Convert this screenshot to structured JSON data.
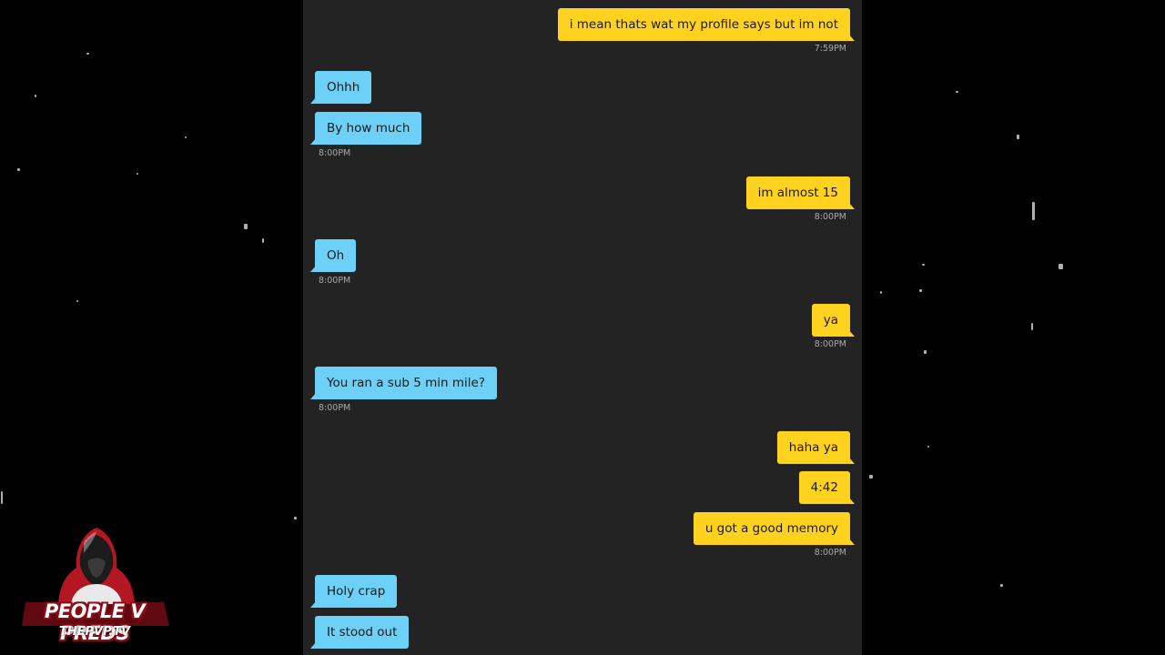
{
  "messages": [
    {
      "dir": "out",
      "text": "i mean thats wat my profile says but im not"
    },
    {
      "dir": "out-time",
      "text": "7:59PM"
    },
    {
      "dir": "in",
      "text": "Ohhh"
    },
    {
      "dir": "in",
      "text": "By how much"
    },
    {
      "dir": "in-time",
      "text": "8:00PM"
    },
    {
      "dir": "out",
      "text": "im almost 15"
    },
    {
      "dir": "out-time",
      "text": "8:00PM"
    },
    {
      "dir": "in",
      "text": "Oh"
    },
    {
      "dir": "in-time",
      "text": "8:00PM"
    },
    {
      "dir": "out",
      "text": "ya"
    },
    {
      "dir": "out-time",
      "text": "8:00PM"
    },
    {
      "dir": "in",
      "text": "You ran a sub 5 min mile?"
    },
    {
      "dir": "in-time",
      "text": "8:00PM"
    },
    {
      "dir": "out",
      "text": "haha ya"
    },
    {
      "dir": "out",
      "text": "4:42"
    },
    {
      "dir": "out",
      "text": "u got a good memory"
    },
    {
      "dir": "out-time",
      "text": "8:00PM"
    },
    {
      "dir": "in",
      "text": "Holy crap"
    },
    {
      "dir": "in",
      "text": "It stood out"
    }
  ],
  "watermark": {
    "title": "PEOPLE V PREDS",
    "subtitle": "THEPVP.TV"
  },
  "colors": {
    "outgoing_bubble": "#ffd21f",
    "incoming_bubble": "#6cd0f7",
    "chat_background": "#232323",
    "timestamp": "#a9a9a9",
    "logo_accent": "#8b0d16"
  }
}
